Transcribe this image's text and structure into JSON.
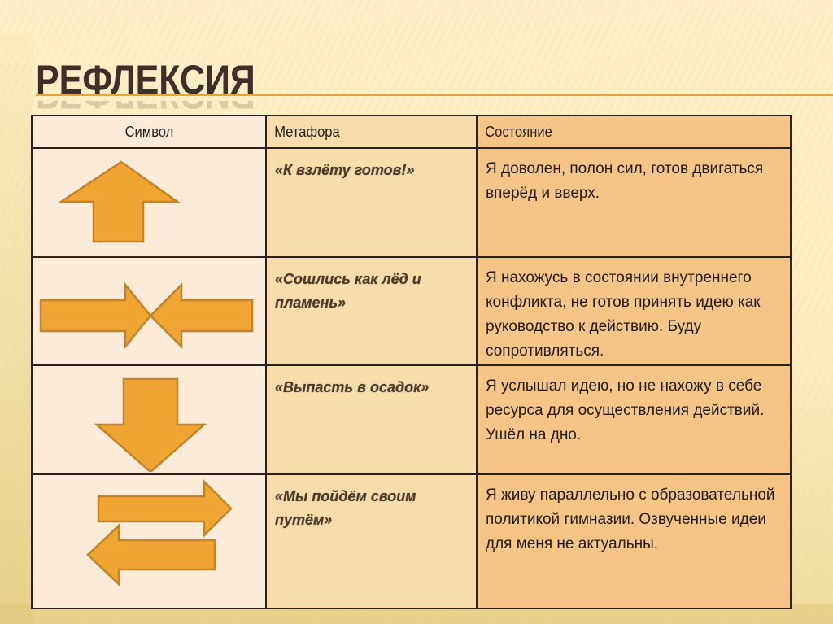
{
  "slide": {
    "title": "РЕФЛЕКСИЯ",
    "accent_color": "#e8a33c",
    "arrow_fill": "#f0a431",
    "arrow_stroke": "#c38326"
  },
  "table": {
    "headers": [
      "Символ",
      "Метафора",
      "Состояние"
    ],
    "rows": [
      {
        "symbol": "arrow-up-icon",
        "metaphor": "«К взлёту готов!»",
        "state": "Я доволен, полон сил, готов двигаться вперёд и вверх."
      },
      {
        "symbol": "arrows-converging-icon",
        "metaphor": "«Сошлись как лёд и пламень»",
        "state": "Я нахожусь в состоянии внутреннего конфликта, не готов принять идею как руководство к действию. Буду сопротивляться."
      },
      {
        "symbol": "arrow-down-icon",
        "metaphor": "«Выпасть в осадок»",
        "state": "Я услышал идею, но не нахожу в себе ресурса для осуществления действий. Ушёл на дно."
      },
      {
        "symbol": "arrows-opposite-icon",
        "metaphor": "«Мы пойдём своим путём»",
        "state": "Я живу параллельно с образовательной политикой гимназии. Озвученные идеи для меня не актуальны."
      }
    ]
  }
}
